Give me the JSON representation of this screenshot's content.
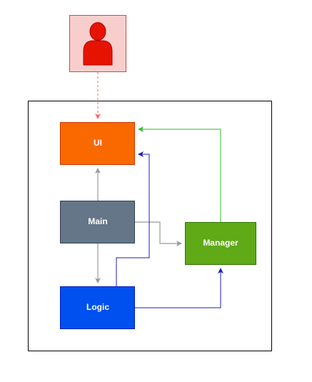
{
  "nodes": {
    "user": {
      "icon": "user-icon",
      "fill": "#f8cecc",
      "stroke": "#b85450",
      "icon_color": "#e51400"
    },
    "ui": {
      "label": "UI",
      "fill": "#fa6800",
      "stroke": "#c73500"
    },
    "main": {
      "label": "Main",
      "fill": "#647687",
      "stroke": "#314354"
    },
    "logic": {
      "label": "Logic",
      "fill": "#0050ef",
      "stroke": "#001dbc"
    },
    "manager": {
      "label": "Manager",
      "fill": "#60a917",
      "stroke": "#2d7600"
    }
  },
  "edges": {
    "user_to_ui": {
      "color": "#ff6666",
      "style": "dashed"
    },
    "main_to_ui": {
      "color": "#999999"
    },
    "main_to_logic": {
      "color": "#999999"
    },
    "main_to_manager": {
      "color": "#999999"
    },
    "logic_to_ui": {
      "color": "#1b1bbf"
    },
    "logic_to_manager": {
      "color": "#1b1bbf"
    },
    "manager_to_ui": {
      "color": "#2ebd2e"
    }
  },
  "frame": {
    "stroke": "#000000"
  }
}
